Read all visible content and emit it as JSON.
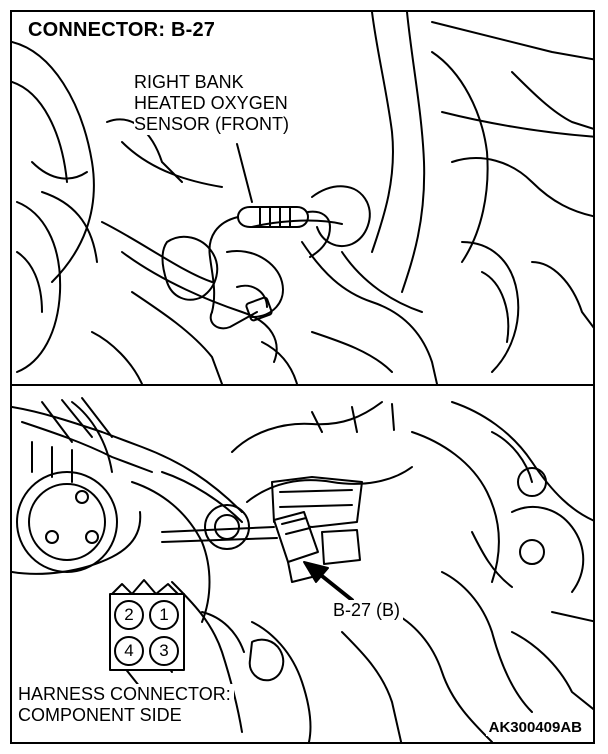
{
  "diagram": {
    "title": "CONNECTOR: B-27",
    "sensor_label_lines": [
      "RIGHT BANK",
      "HEATED OXYGEN",
      "SENSOR (FRONT)"
    ],
    "connector_callout": "B-27 (B)",
    "harness_label_lines": [
      "HARNESS CONNECTOR:",
      "COMPONENT SIDE"
    ],
    "pins": [
      "2",
      "1",
      "4",
      "3"
    ],
    "figure_code": "AK300409AB"
  }
}
